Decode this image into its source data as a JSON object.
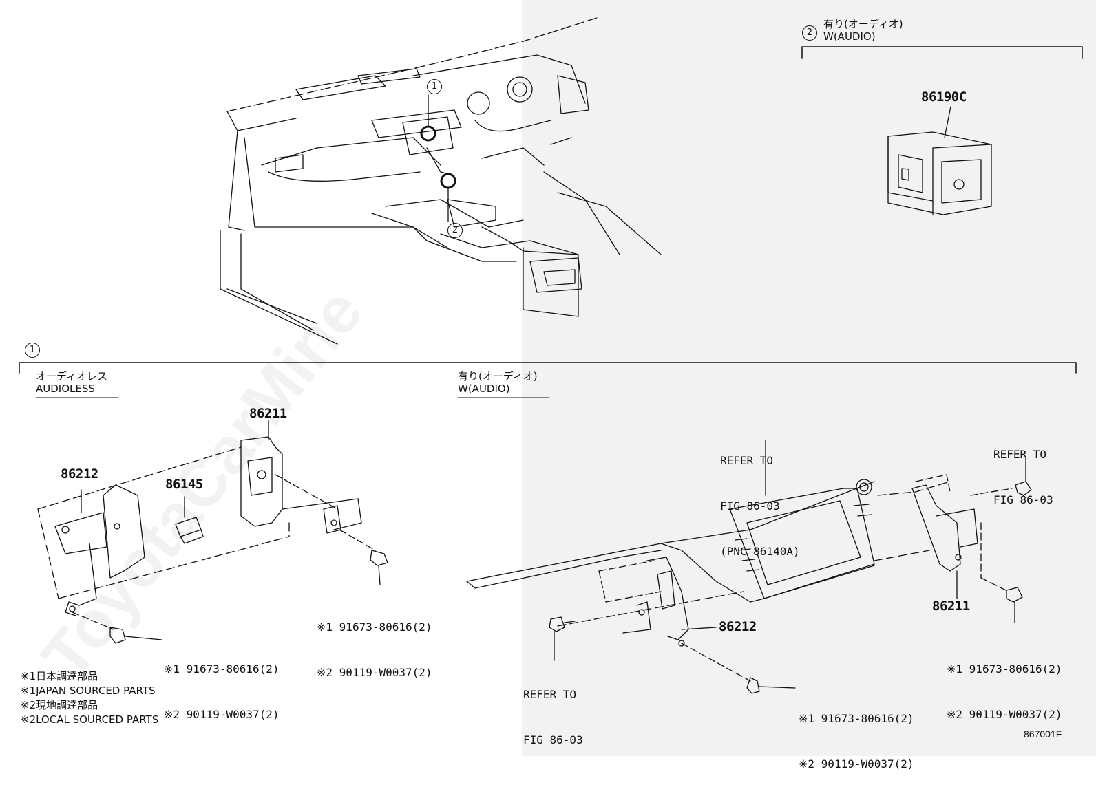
{
  "watermark": "ToyotaCarMine",
  "callouts": {
    "c1": "1",
    "c2": "2"
  },
  "section_audio_top": {
    "label_jp": "有り(オーディオ)",
    "label_en": "W(AUDIO)",
    "part": "86190C"
  },
  "section_bottom": {
    "audioless": {
      "label_jp": "オーディオレス",
      "label_en": "AUDIOLESS"
    },
    "audio": {
      "label_jp": "有り(オーディオ)",
      "label_en": "W(AUDIO)"
    }
  },
  "parts_left": {
    "p86212": "86212",
    "p86145": "86145",
    "p86211": "86211",
    "notes_a": [
      "※1 91673-80616(2)",
      "※2 90119-W0037(2)"
    ],
    "notes_b": [
      "※1 91673-80616(2)",
      "※2 90119-W0037(2)"
    ]
  },
  "parts_right": {
    "refer_center": [
      "REFER TO",
      "FIG 86-03",
      "(PNC 86140A)"
    ],
    "refer_right": [
      "REFER TO",
      "FIG 86-03"
    ],
    "refer_left": [
      "REFER TO",
      "FIG 86-03"
    ],
    "p86212": "86212",
    "p86211": "86211",
    "notes_c": [
      "※1 91673-80616(2)",
      "※2 90119-W0037(2)"
    ],
    "notes_d": [
      "※1 91673-80616(2)",
      "※2 90119-W0037(2)"
    ]
  },
  "legend": [
    "※1日本調達部品",
    "※1JAPAN SOURCED PARTS",
    "※2現地調達部品",
    "※2LOCAL SOURCED PARTS"
  ],
  "figure_code": "867001F"
}
